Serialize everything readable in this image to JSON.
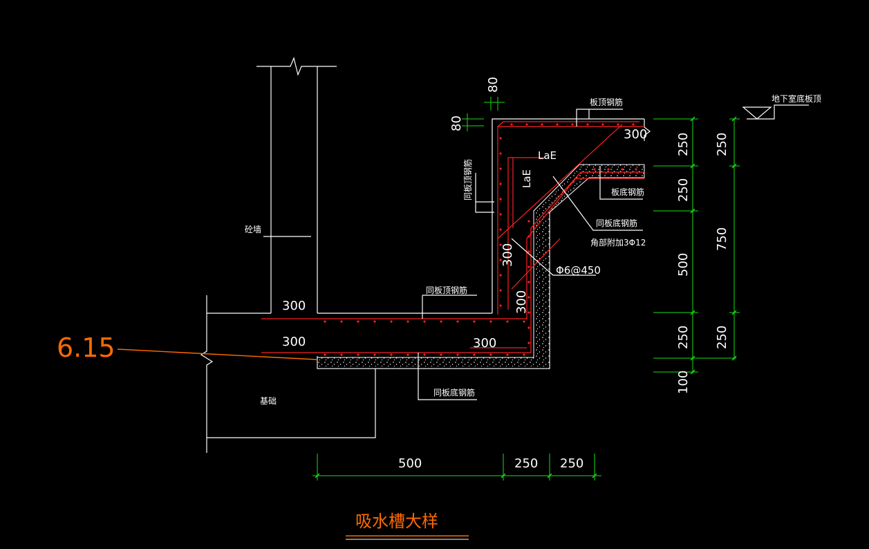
{
  "colors": {
    "background": "#000000",
    "outline": "#ffffff",
    "rebar": "#ff2020",
    "dimension": "#16e016",
    "annotation": "#ff6a00"
  },
  "drawing": {
    "title": "吸水槽大样",
    "elevation": "6.15",
    "labels": {
      "brick_wall": "砼墙",
      "foundation": "基础",
      "basement_floor_top": "地下室底板顶",
      "slab_top_rebar": "板顶钢筋",
      "slab_bottom_rebar_right": "板底钢筋",
      "same_slab_top_rebar_vertical": "同板顶钢筋",
      "same_slab_top_rebar": "同板顶钢筋",
      "same_slab_bottom_rebar": "同板底钢筋",
      "same_slab_bottom_rebar_lower": "同板底钢筋",
      "corner_extra": "角部附加3Φ12",
      "stirrup": "Φ6@450",
      "lae_horizontal": "LaE",
      "lae_vertical": "LaE"
    },
    "dims": {
      "top_80": "80",
      "side_80": "80",
      "r300_top": "300",
      "r300_left_upper": "300",
      "r300_left_lower": "300",
      "r300_slope": "300",
      "r300_mid": "300",
      "r300_bottom": "300",
      "right_inner": [
        "250",
        "250",
        "500",
        "250"
      ],
      "right_inner_bottom": "100",
      "right_outer": [
        "250",
        "750",
        "250"
      ],
      "bottom": [
        "500",
        "250",
        "250"
      ]
    }
  }
}
